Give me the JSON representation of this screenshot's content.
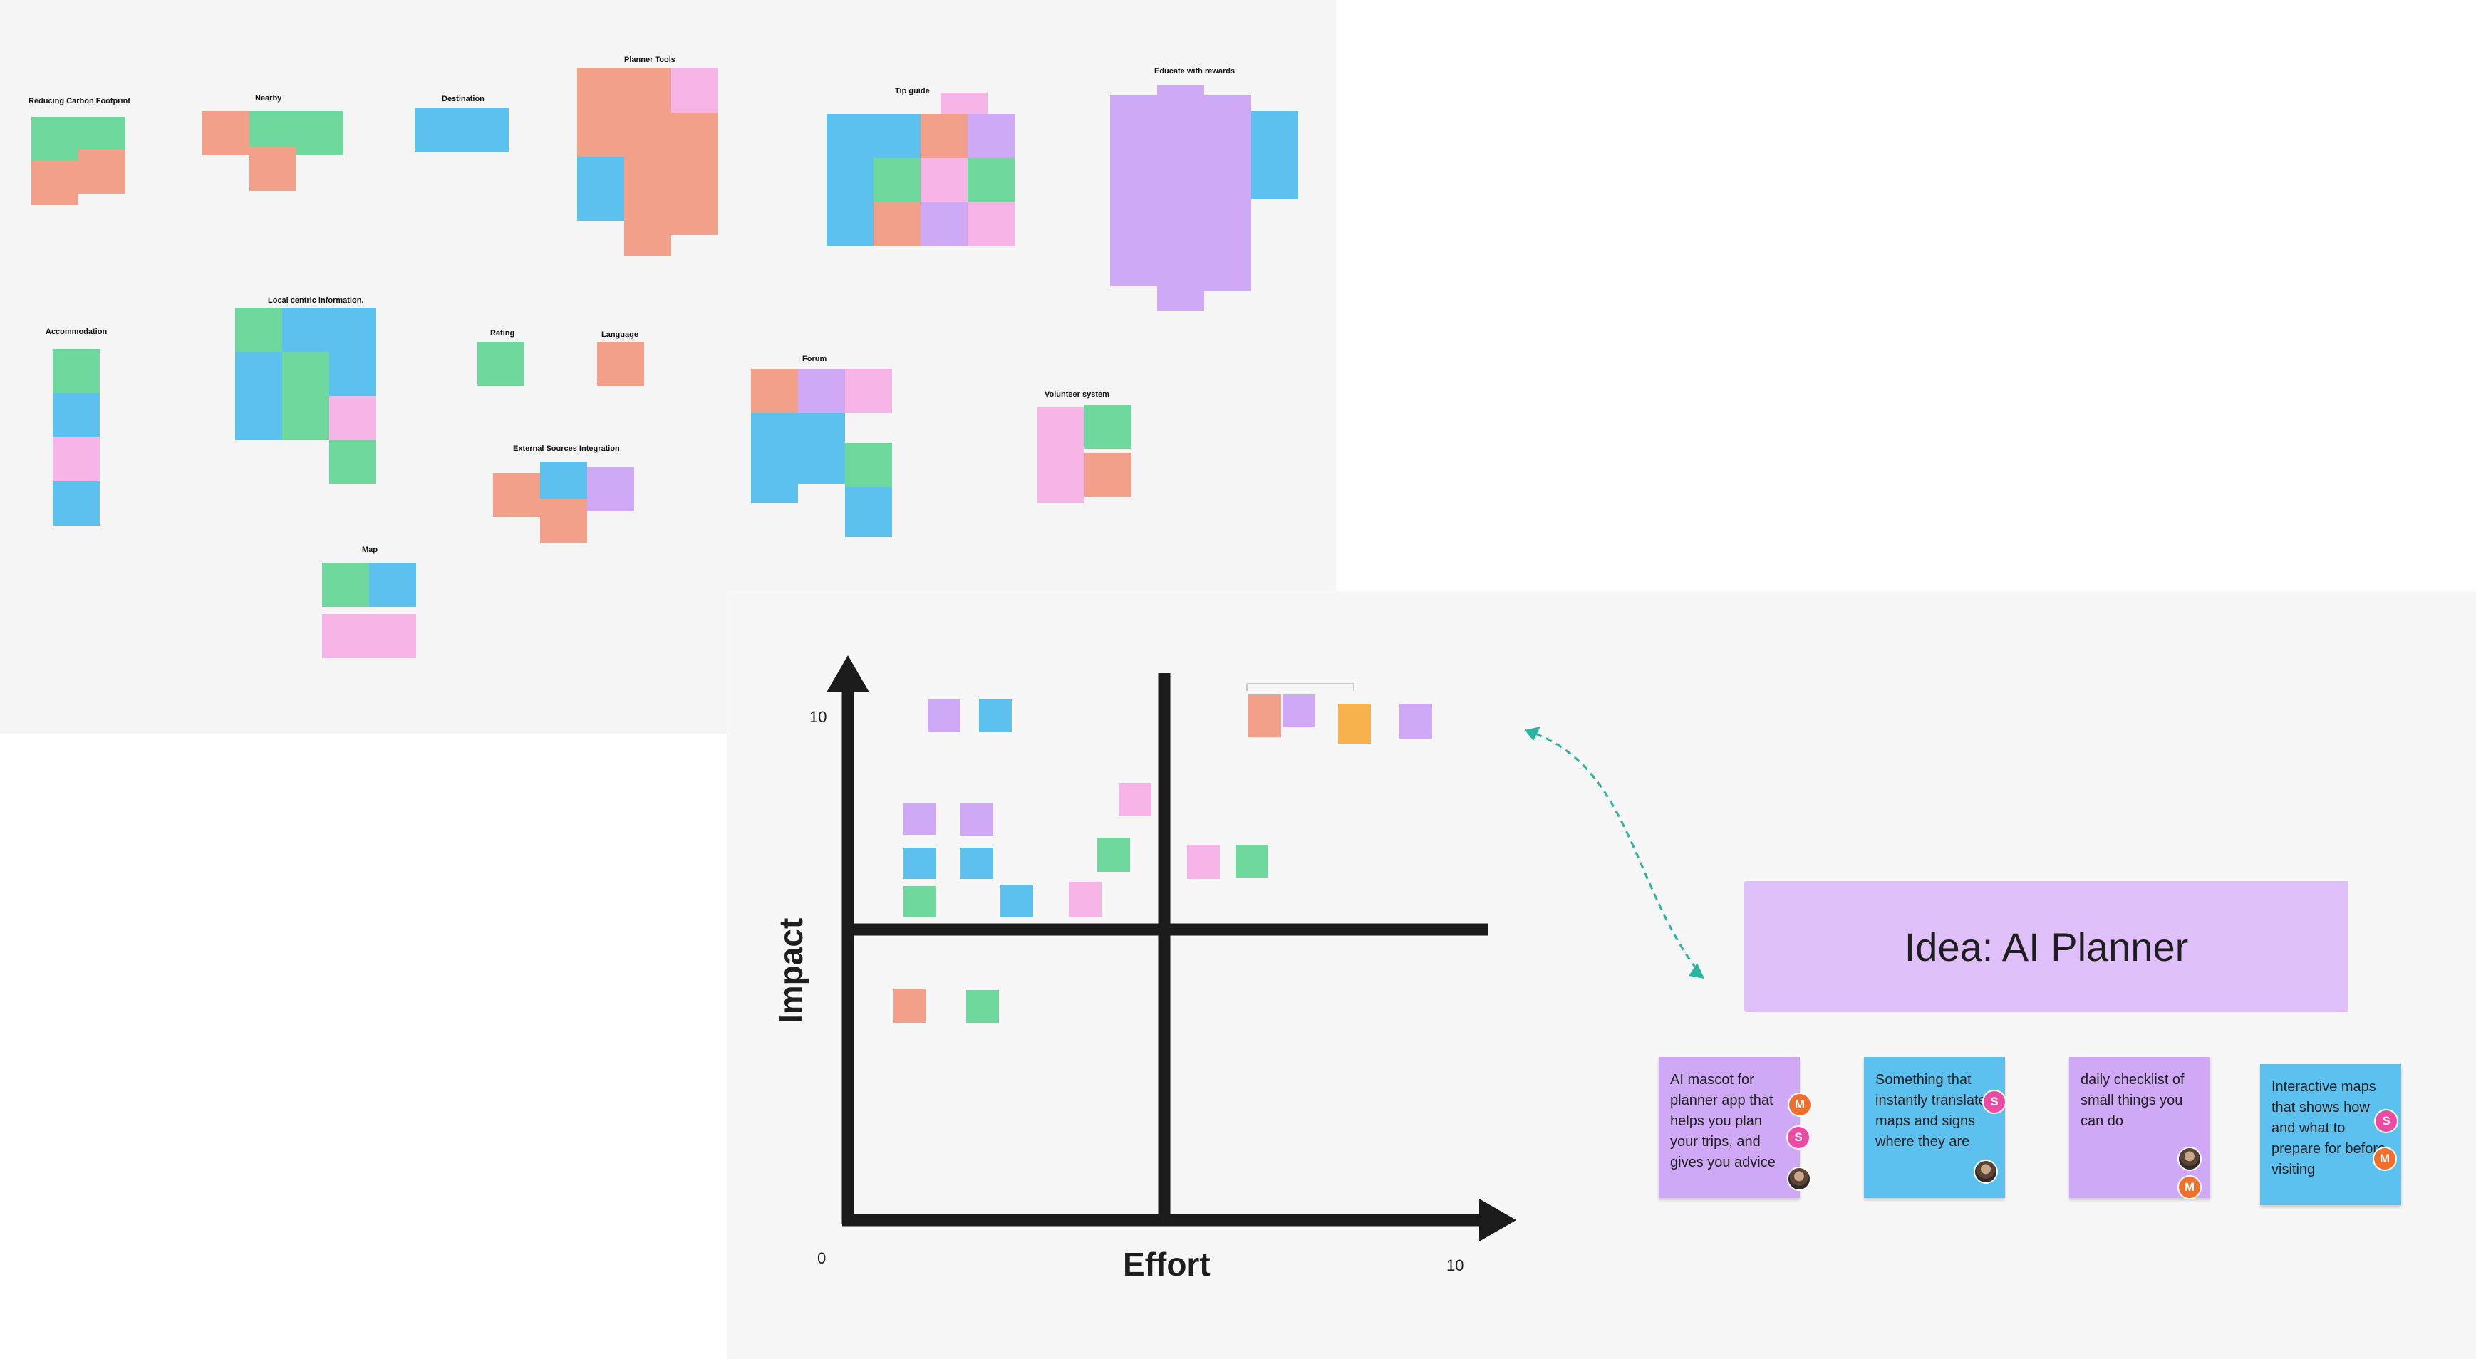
{
  "board": {
    "clusters": [
      {
        "name": "Reducing Carbon Footprint"
      },
      {
        "name": "Nearby"
      },
      {
        "name": "Destination"
      },
      {
        "name": "Planner Tools"
      },
      {
        "name": "Tip guide"
      },
      {
        "name": "Educate with rewards"
      },
      {
        "name": "Accommodation"
      },
      {
        "name": "Local centric information."
      },
      {
        "name": "Rating"
      },
      {
        "name": "Language"
      },
      {
        "name": "External Sources Integration"
      },
      {
        "name": "Forum"
      },
      {
        "name": "Volunteer system"
      },
      {
        "name": "Map"
      }
    ]
  },
  "matrix": {
    "y_label": "Impact",
    "x_label": "Effort",
    "y_max_tick": "10",
    "origin_tick": "0",
    "x_max_tick": "10"
  },
  "idea": {
    "title": "Idea: AI Planner",
    "cards": [
      {
        "text": "AI mascot for planner app that helps you plan your trips, and gives you advice",
        "color": "#cfa9f5",
        "avatars": [
          "M",
          "S",
          "photo"
        ]
      },
      {
        "text": "Something that instantly translates maps and signs where they are",
        "color": "#5cc1ee",
        "avatars": [
          "S",
          "photo"
        ]
      },
      {
        "text": "daily checklist of small things you can do",
        "color": "#cfa9f5",
        "avatars": [
          "photo",
          "M"
        ]
      },
      {
        "text": "Interactive maps that shows how and what to prepare for before visiting",
        "color": "#5cc1ee",
        "avatars": [
          "S",
          "M"
        ]
      }
    ]
  },
  "colors": {
    "purple": "#cfa9f5",
    "blue": "#5cc1ee",
    "green": "#6fd89c",
    "red": "#f2a08a",
    "pink": "#f6b5e6",
    "title_bg": "#dfc0fb",
    "connector": "#2bb5a0"
  }
}
